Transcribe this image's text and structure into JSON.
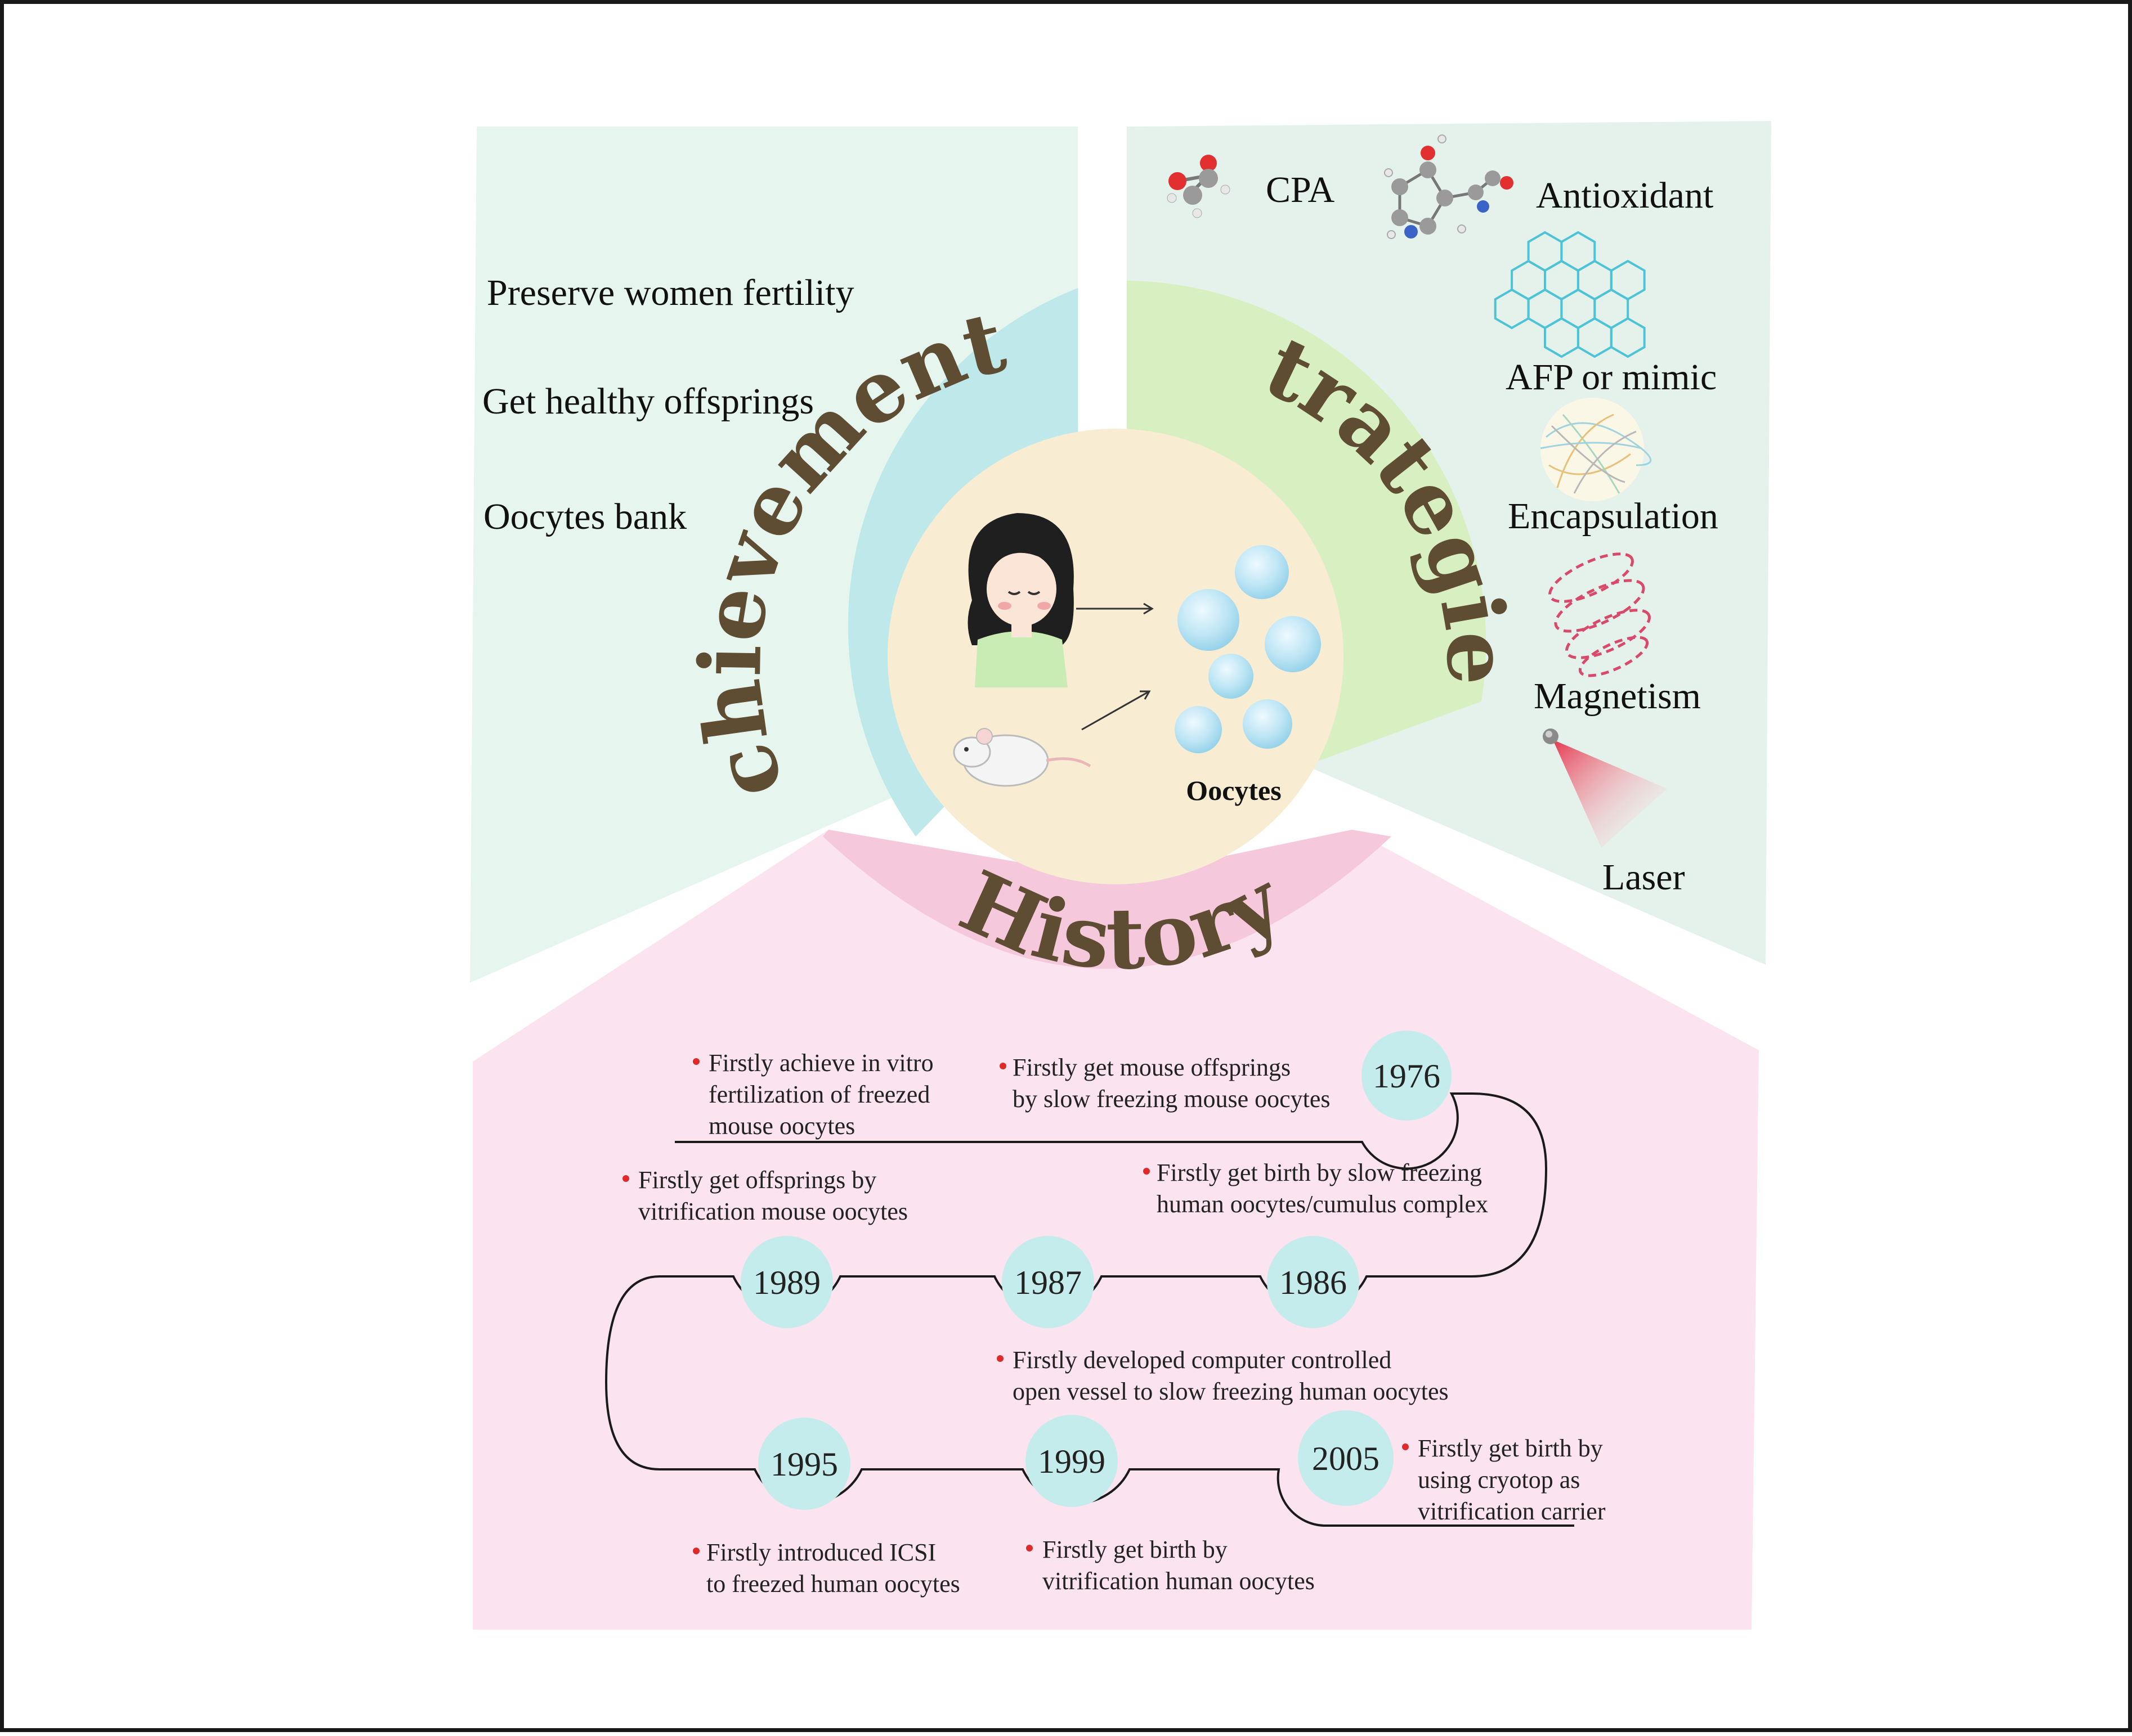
{
  "center_label": "Oocytes",
  "achievements": {
    "title": "Achievements",
    "items": [
      "Preserve women fertility",
      "Get healthy offsprings",
      "Oocytes bank"
    ]
  },
  "strategies": {
    "title": "Strategies",
    "items": [
      "CPA",
      "Antioxidant",
      "AFP or mimic",
      "Encapsulation",
      "Magnetism",
      "Laser"
    ]
  },
  "history": {
    "title": "History",
    "years": [
      "1976",
      "1986",
      "1987",
      "1989",
      "1995",
      "1999",
      "2005"
    ],
    "events": {
      "e1976a": [
        "Firstly achieve in vitro",
        "fertilization of freezed",
        "mouse oocytes"
      ],
      "e1976b": [
        "Firstly get mouse offsprings",
        "by slow freezing mouse oocytes"
      ],
      "e1989": [
        "Firstly get offsprings by",
        "vitrification mouse oocytes"
      ],
      "e1986": [
        "Firstly get birth by slow freezing",
        "human oocytes/cumulus complex"
      ],
      "e1987": [
        "Firstly developed computer controlled",
        "open vessel to slow freezing human oocytes"
      ],
      "e2005": [
        "Firstly get birth by",
        "using cryotop as",
        "vitrification carrier"
      ],
      "e1995": [
        "Firstly introduced ICSI",
        "to freezed human oocytes"
      ],
      "e1999": [
        "Firstly get birth by",
        "vitrification human oocytes"
      ]
    }
  },
  "colors": {
    "achievements_panel": "#e6f6ef",
    "achievements_band": "#bfe8ea",
    "strategies_panel": "#e5f2ec",
    "strategies_band": "#d8efc2",
    "history_panel": "#fbe3ef",
    "history_band": "#f5c8dc",
    "center_circle": "#f8ecd3",
    "year_circle": "#c5ecec",
    "title_text": "#5e4d33",
    "bullet": "#e02a2a"
  }
}
